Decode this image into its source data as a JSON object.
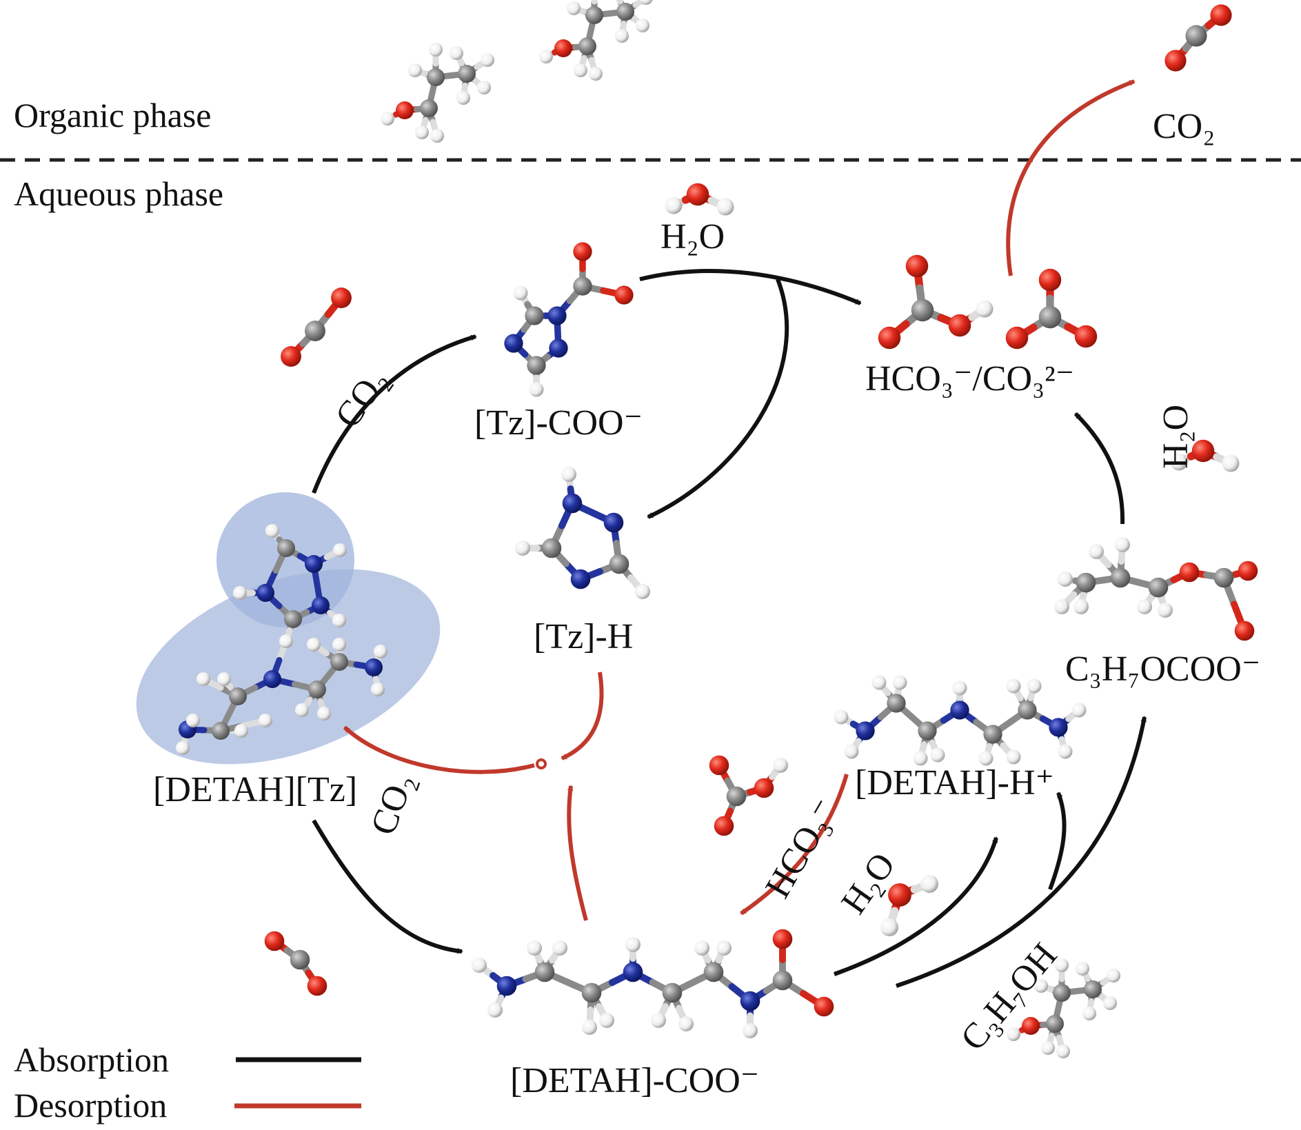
{
  "phases": {
    "organic": "Organic phase",
    "aqueous": "Aqueous phase"
  },
  "species": {
    "tz_coo": "[Tz]-COO⁻",
    "tz_h": "[Tz]-H",
    "detah_tz": "[DETAH][Tz]",
    "detah_coo": "[DETAH]-COO⁻",
    "detah_h": "[DETAH]-H⁺",
    "bicarb_carb": "HCO₃⁻/CO₃²⁻",
    "propyl_carbonate": "C₃H₇OCOO⁻",
    "co2_top": "CO₂"
  },
  "reagent_labels": {
    "co2_upper": "CO₂",
    "co2_lower": "CO₂",
    "h2o_top": "H₂O",
    "h2o_right": "H₂O",
    "h2o_lower": "H₂O",
    "hco3": "HCO₃⁻",
    "propanol": "C₃H₇OH"
  },
  "legend": {
    "items": [
      {
        "label": "Absorption",
        "color": "#111111"
      },
      {
        "label": "Desorption",
        "color": "#c0392b"
      }
    ]
  },
  "colors": {
    "absorption": "#111111",
    "desorption": "#c0392b",
    "oxygen": "#e0291b",
    "carbon": "#8a8a8a",
    "nitrogen": "#1f2f9a",
    "hydrogen": "#f2f2f2",
    "complex_shade": "#9fb3dc"
  }
}
